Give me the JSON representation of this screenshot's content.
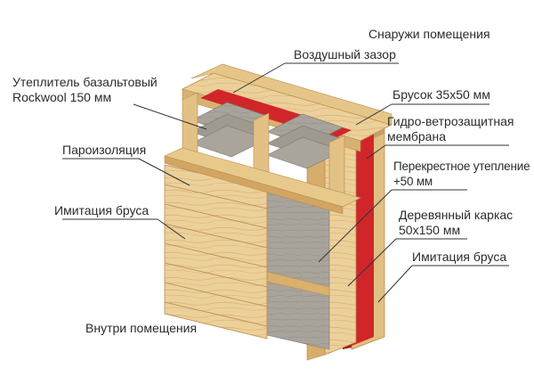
{
  "title_top": "Снаружи помещения",
  "title_bottom": "Внутри помещения",
  "labels": {
    "air_gap": "Воздушный зазор",
    "basalt_insulation": "Утеплитель базальтовый\nRockwool 150 мм",
    "batten": "Брусок 35х50 мм",
    "membrane": "Гидро-ветрозащитная\nмембрана",
    "vapor_barrier": "Пароизоляция",
    "cross_insulation": "Перекрестное утепление\n+50 мм",
    "timber_imitation_inner": "Имитация бруса",
    "wooden_frame": "Деревянный каркас\n50х150 мм",
    "timber_imitation_outer": "Имитация бруса"
  },
  "colors": {
    "wood_light": "#ecd09a",
    "wood_mid": "#deb878",
    "wood_dark": "#c99a57",
    "membrane_red": "#d0262a",
    "wool_gray": "#a9a49b",
    "wool_dark": "#8f8a80",
    "vapor_white": "#ece9e3",
    "leader": "#333333"
  }
}
